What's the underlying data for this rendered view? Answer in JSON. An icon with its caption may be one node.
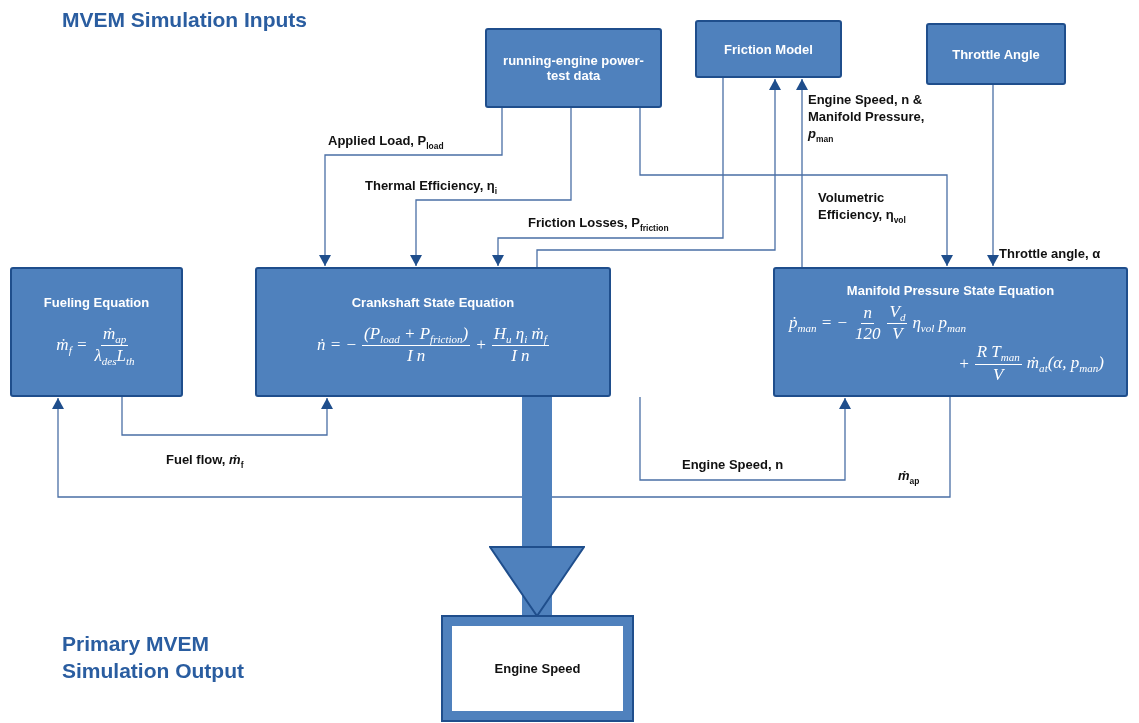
{
  "diagram": {
    "title": "MVEM Simulation Inputs",
    "nodes": [
      {
        "text": [
          "running-engine power-test data"
        ]
      },
      {
        "text": [
          "Friction Model"
        ]
      },
      {
        "text": [
          "Throttle Angle"
        ]
      },
      {
        "text": [
          "Fueling Equation",
          "ṁ$_{f}$ =",
          "ṁ$_{ap}$",
          "λ$_{des}$L$_{th}$"
        ]
      },
      {
        "text": [
          "Crankshaft State Equation",
          "ṅ = −",
          "(P$_{load}$ + P$_{friction}$)",
          "I n",
          "+",
          "H$_{u}$ η$_{i}$ ṁ$_{f}$",
          "I n"
        ]
      },
      {
        "text": [
          "Manifold Pressure State Equation",
          "ṗ$_{man}$ = −",
          "n",
          "120",
          "V$_{d}$",
          "V",
          "η$_{vol}$ p$_{man}$",
          "+",
          "R T$_{man}$",
          "V",
          "ṁ$_{at}$(α, p$_{man}$)"
        ]
      },
      {
        "text": [
          "Engine Speed"
        ]
      }
    ],
    "edges": [
      {
        "from": 0,
        "to": 4,
        "arrow": "to",
        "label": "Applied Load, P$_{load}$"
      },
      {
        "from": 0,
        "to": 4,
        "arrow": "to",
        "label": "Thermal Efficiency, η$_{i}$"
      },
      {
        "from": 1,
        "to": 4,
        "arrow": "to",
        "label": "Friction Losses, P$_{friction}$"
      },
      {
        "from": 4,
        "to": 1,
        "arrow": "to"
      },
      {
        "from": 5,
        "to": 1,
        "arrow": "to",
        "label": "Engine Speed, n & Manifold Pressure, *p*$_{man}$"
      },
      {
        "from": 0,
        "to": 5,
        "arrow": "to",
        "label": "Volumetric Efficiency, η$_{vol}$"
      },
      {
        "from": 2,
        "to": 5,
        "arrow": "to",
        "label": "Throttle angle, α"
      },
      {
        "from": 3,
        "to": 4,
        "arrow": "to",
        "label": "Fuel flow, *ṁ*$_{f}$"
      },
      {
        "from": 4,
        "to": 5,
        "arrow": "to",
        "label": "Engine Speed, n"
      },
      {
        "from": 5,
        "to": 3,
        "arrow": "to",
        "label": "*ṁ*$_{ap}$"
      },
      {
        "from": 4,
        "to": 6,
        "arrow": "to",
        "style": "thick"
      }
    ],
    "labels": [
      "Primary MVEM Simulation Output"
    ]
  }
}
